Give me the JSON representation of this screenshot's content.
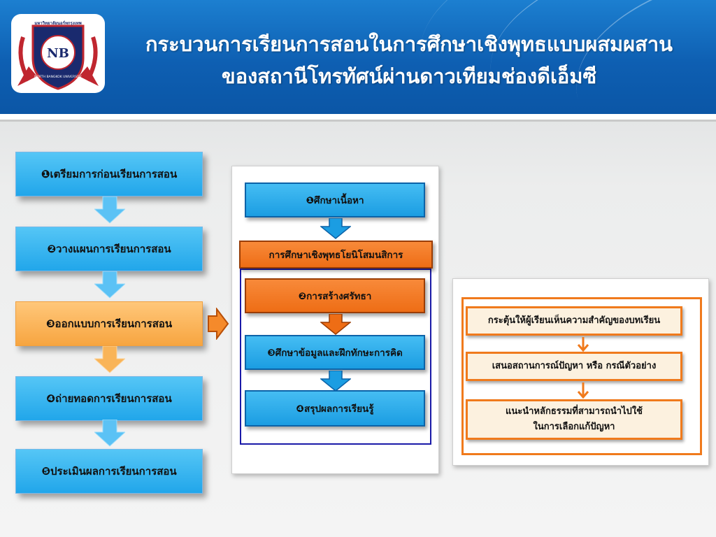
{
  "header": {
    "title_line1": "กระบวนการเรียนการสอนในการศึกษาเชิงพุทธแบบผสมผสาน",
    "title_line2": "ของสถานีโทรทัศน์ผ่านดาวเทียมช่องดีเอ็มซี",
    "logo": {
      "arc_text": "มหาวิทยาลัยนอร์ทกรุงเทพ",
      "monogram": "NB",
      "bottom_text": "NORTH BANGKOK UNIVERSITY"
    }
  },
  "colors": {
    "header_blue": "#0e5fb2",
    "step_blue": "#21a6ea",
    "step_orange": "#f7a540",
    "panel_orange": "#ee6d15",
    "outline_navy": "#1a1aa8"
  },
  "steps": [
    {
      "label": "❶เตรียมการก่อนเรียนการสอน",
      "color": "blue"
    },
    {
      "label": "❷วางแผนการเรียนการสอน",
      "color": "blue"
    },
    {
      "label": "❸ออกแบบการเรียนการสอน",
      "color": "orange"
    },
    {
      "label": "❹ถ่ายทอดการเรียนการสอน",
      "color": "blue"
    },
    {
      "label": "❺ประเมินผลการเรียนการสอน",
      "color": "blue"
    }
  ],
  "middle": {
    "study_content": "❶ศึกษาเนื้อหา",
    "buddhist_study": "การศึกษาเชิงพุทธโยนิโสมนสิการ",
    "build_faith": "❷การสร้างศรัทธา",
    "study_skills": "❸ศึกษาข้อมูลและฝึกทักษะการคิด",
    "summarize": "❹สรุปผลการเรียนรู้"
  },
  "right": {
    "motivate": "กระตุ้นให้ผู้เรียนเห็นความสำคัญของบทเรียน",
    "present_problem": "เสนอสถานการณ์ปัญหา หรือ กรณีตัวอย่าง",
    "introduce_line1": "แนะนำหลักธรรมที่สามารถนำไปใช้",
    "introduce_line2": "ในการเลือกแก้ปัญหา"
  }
}
